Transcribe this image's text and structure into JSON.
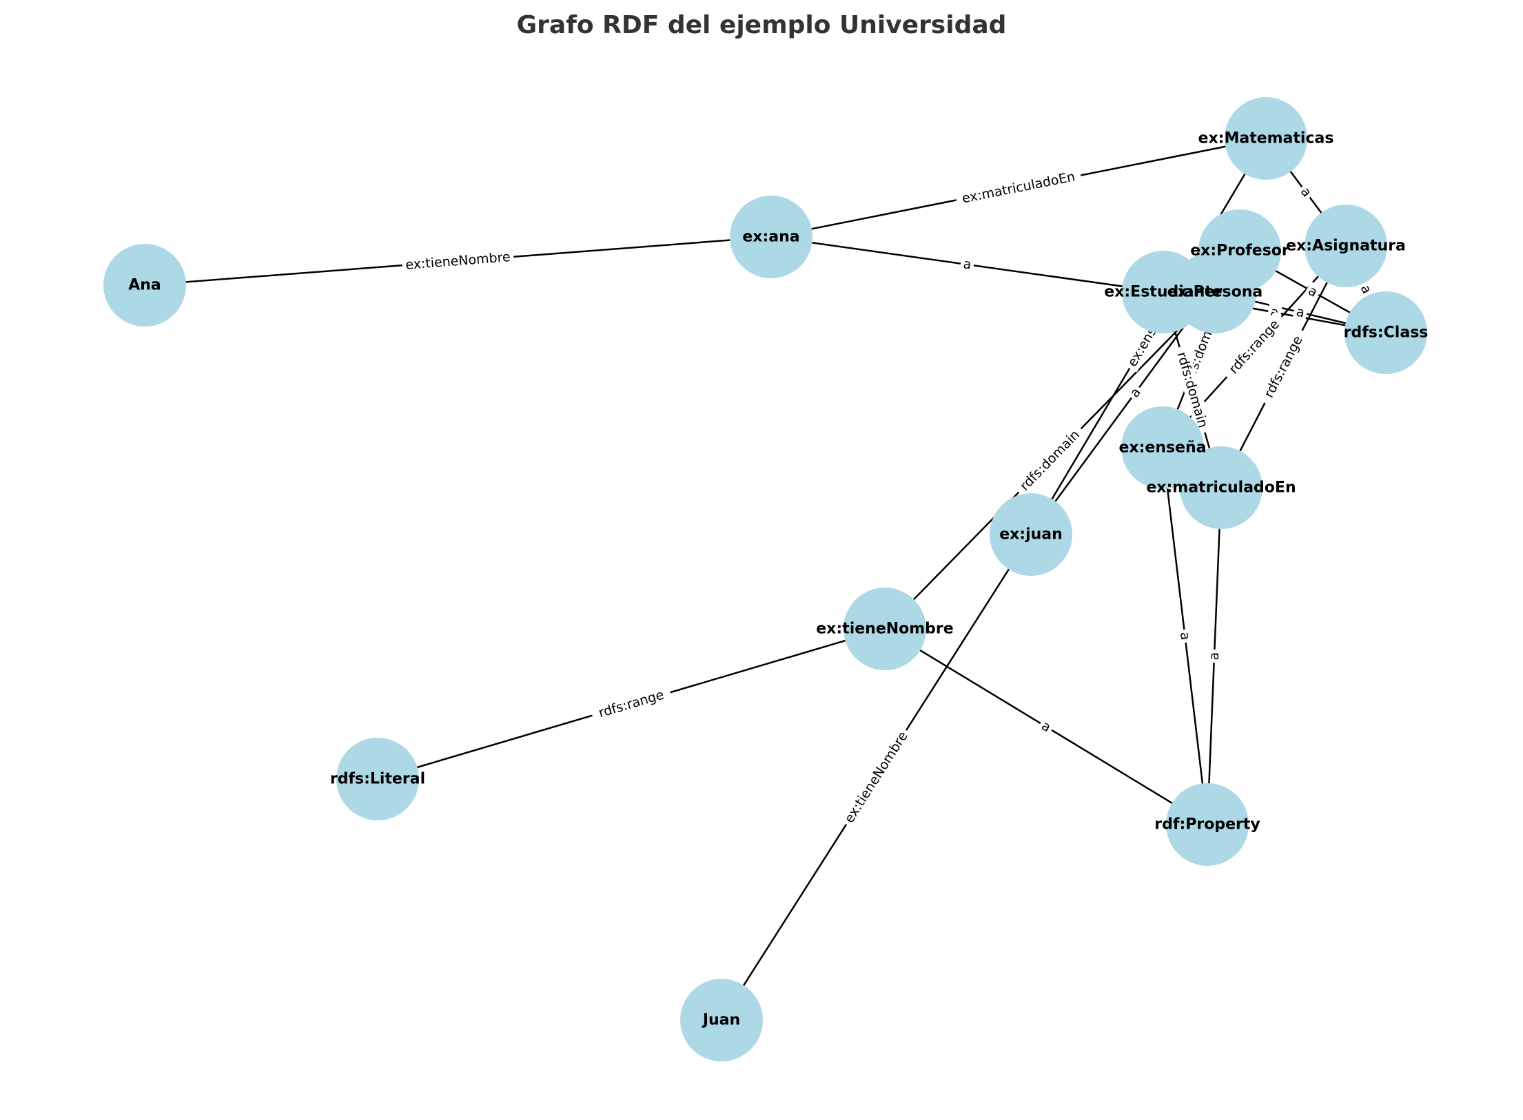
{
  "title": "Grafo RDF del ejemplo Universidad",
  "colors": {
    "node_fill": "#add8e6",
    "edge": "#000000",
    "title": "#333333",
    "background": "#ffffff"
  },
  "nodes": [
    {
      "id": "Ana",
      "label": "Ana"
    },
    {
      "id": "ex:ana",
      "label": "ex:ana"
    },
    {
      "id": "ex:Matematicas",
      "label": "ex:Matematicas"
    },
    {
      "id": "ex:Asignatura",
      "label": "ex:Asignatura"
    },
    {
      "id": "ex:Profesor",
      "label": "ex:Profesor"
    },
    {
      "id": "ex:Estudiante",
      "label": "ex:Estudiante"
    },
    {
      "id": "ex:Persona",
      "label": "ex:Persona"
    },
    {
      "id": "rdfs:Class",
      "label": "rdfs:Class"
    },
    {
      "id": "ex:enseña",
      "label": "ex:enseña"
    },
    {
      "id": "ex:matriculadoEn",
      "label": "ex:matriculadoEn"
    },
    {
      "id": "ex:juan",
      "label": "ex:juan"
    },
    {
      "id": "ex:tieneNombre",
      "label": "ex:tieneNombre"
    },
    {
      "id": "rdfs:Literal",
      "label": "rdfs:Literal"
    },
    {
      "id": "rdf:Property",
      "label": "rdf:Property"
    },
    {
      "id": "Juan",
      "label": "Juan"
    }
  ],
  "edges": [
    {
      "source": "ex:ana",
      "target": "Ana",
      "label": "ex:tieneNombre"
    },
    {
      "source": "ex:ana",
      "target": "ex:Matematicas",
      "label": "ex:matriculadoEn"
    },
    {
      "source": "ex:ana",
      "target": "ex:Estudiante",
      "label": "a"
    },
    {
      "source": "ex:Matematicas",
      "target": "ex:Asignatura",
      "label": "a"
    },
    {
      "source": "ex:Asignatura",
      "target": "rdfs:Class",
      "label": "a"
    },
    {
      "source": "ex:Profesor",
      "target": "rdfs:Class",
      "label": "a"
    },
    {
      "source": "ex:Estudiante",
      "target": "rdfs:Class",
      "label": "a"
    },
    {
      "source": "ex:Persona",
      "target": "rdfs:Class",
      "label": "a"
    },
    {
      "source": "ex:enseña",
      "target": "ex:Profesor",
      "label": "rdfs:domain"
    },
    {
      "source": "ex:enseña",
      "target": "ex:Asignatura",
      "label": "rdfs:range"
    },
    {
      "source": "ex:matriculadoEn",
      "target": "ex:Estudiante",
      "label": "rdfs:domain"
    },
    {
      "source": "ex:matriculadoEn",
      "target": "ex:Asignatura",
      "label": "rdfs:range"
    },
    {
      "source": "ex:juan",
      "target": "ex:Profesor",
      "label": "a"
    },
    {
      "source": "ex:juan",
      "target": "ex:Matematicas",
      "label": "ex:enseña"
    },
    {
      "source": "ex:juan",
      "target": "Juan",
      "label": "ex:tieneNombre"
    },
    {
      "source": "ex:tieneNombre",
      "target": "ex:Persona",
      "label": "rdfs:domain"
    },
    {
      "source": "ex:tieneNombre",
      "target": "rdfs:Literal",
      "label": "rdfs:range"
    },
    {
      "source": "ex:tieneNombre",
      "target": "rdf:Property",
      "label": "a"
    },
    {
      "source": "ex:enseña",
      "target": "rdf:Property",
      "label": "a"
    },
    {
      "source": "ex:matriculadoEn",
      "target": "rdf:Property",
      "label": "a"
    }
  ]
}
